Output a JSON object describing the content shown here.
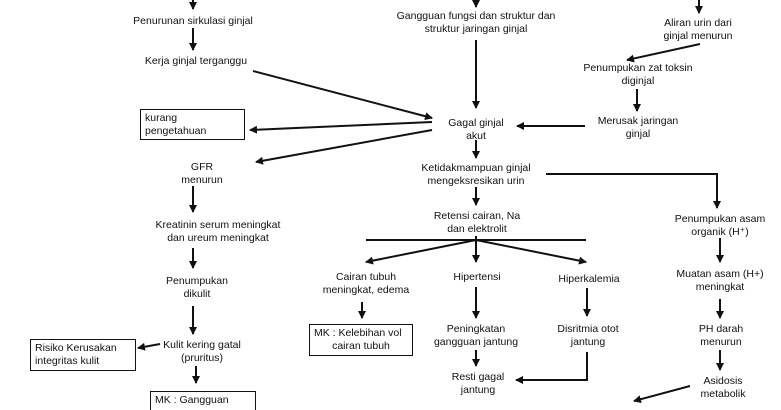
{
  "nodes": {
    "penurunan_sirkulasi": [
      "Penurunan sirkulasi ginjal"
    ],
    "gangguan_fungsi": [
      "Gangguan fungsi dan struktur dan",
      "struktur jaringan ginjal"
    ],
    "aliran_urin": [
      "Aliran urin dari",
      "ginjal menurun"
    ],
    "kerja_ginjal": [
      "Kerja ginjal terganggu"
    ],
    "penumpukan_toksin": [
      "Penumpukan zat toksin",
      "diginjal"
    ],
    "kurang_pengetahuan": [
      "kurang",
      "pengetahuan"
    ],
    "gagal_ginjal_akut": [
      "Gagal ginjal",
      "akut"
    ],
    "merusak_jaringan": [
      "Merusak jaringan",
      "ginjal"
    ],
    "gfr_menurun": [
      "GFR",
      "menurun"
    ],
    "ketidakmampuan": [
      "Ketidakmampuan ginjal",
      "mengeksresikan urin"
    ],
    "kreatinin": [
      "Kreatinin serum meningkat",
      "dan ureum meningkat"
    ],
    "retensi": [
      "Retensi cairan, Na",
      "dan elektrolit"
    ],
    "penumpukan_asam": [
      "Penumpukan asam",
      "organik (H⁺)"
    ],
    "penumpukan_dikulit": [
      "Penumpukan",
      "dikulit"
    ],
    "cairan_tubuh": [
      "Cairan tubuh",
      "meningkat, edema"
    ],
    "hipertensi": [
      "Hipertensi"
    ],
    "hiperkalemia": [
      "Hiperkalemia"
    ],
    "muatan_asam": [
      "Muatan asam (H+)",
      "meningkat"
    ],
    "mk_kelebihan": [
      "MK : Kelebihan vol",
      "cairan tubuh"
    ],
    "risiko_kerusakan": [
      "Risiko Kerusakan",
      "integritas kulit"
    ],
    "kulit_kering": [
      "Kulit kering gatal",
      "(pruritus)"
    ],
    "peningkatan_gangguan": [
      "Peningkatan",
      "gangguan jantung"
    ],
    "disritmia": [
      "Disritmia otot",
      "jantung"
    ],
    "ph_darah": [
      "PH darah",
      "menurun"
    ],
    "resti_gagal": [
      "Resti gagal",
      "jantung"
    ],
    "asidosis": [
      "Asidosis",
      "metabolik"
    ],
    "mk_gangguan": [
      "MK : Gangguan"
    ]
  }
}
